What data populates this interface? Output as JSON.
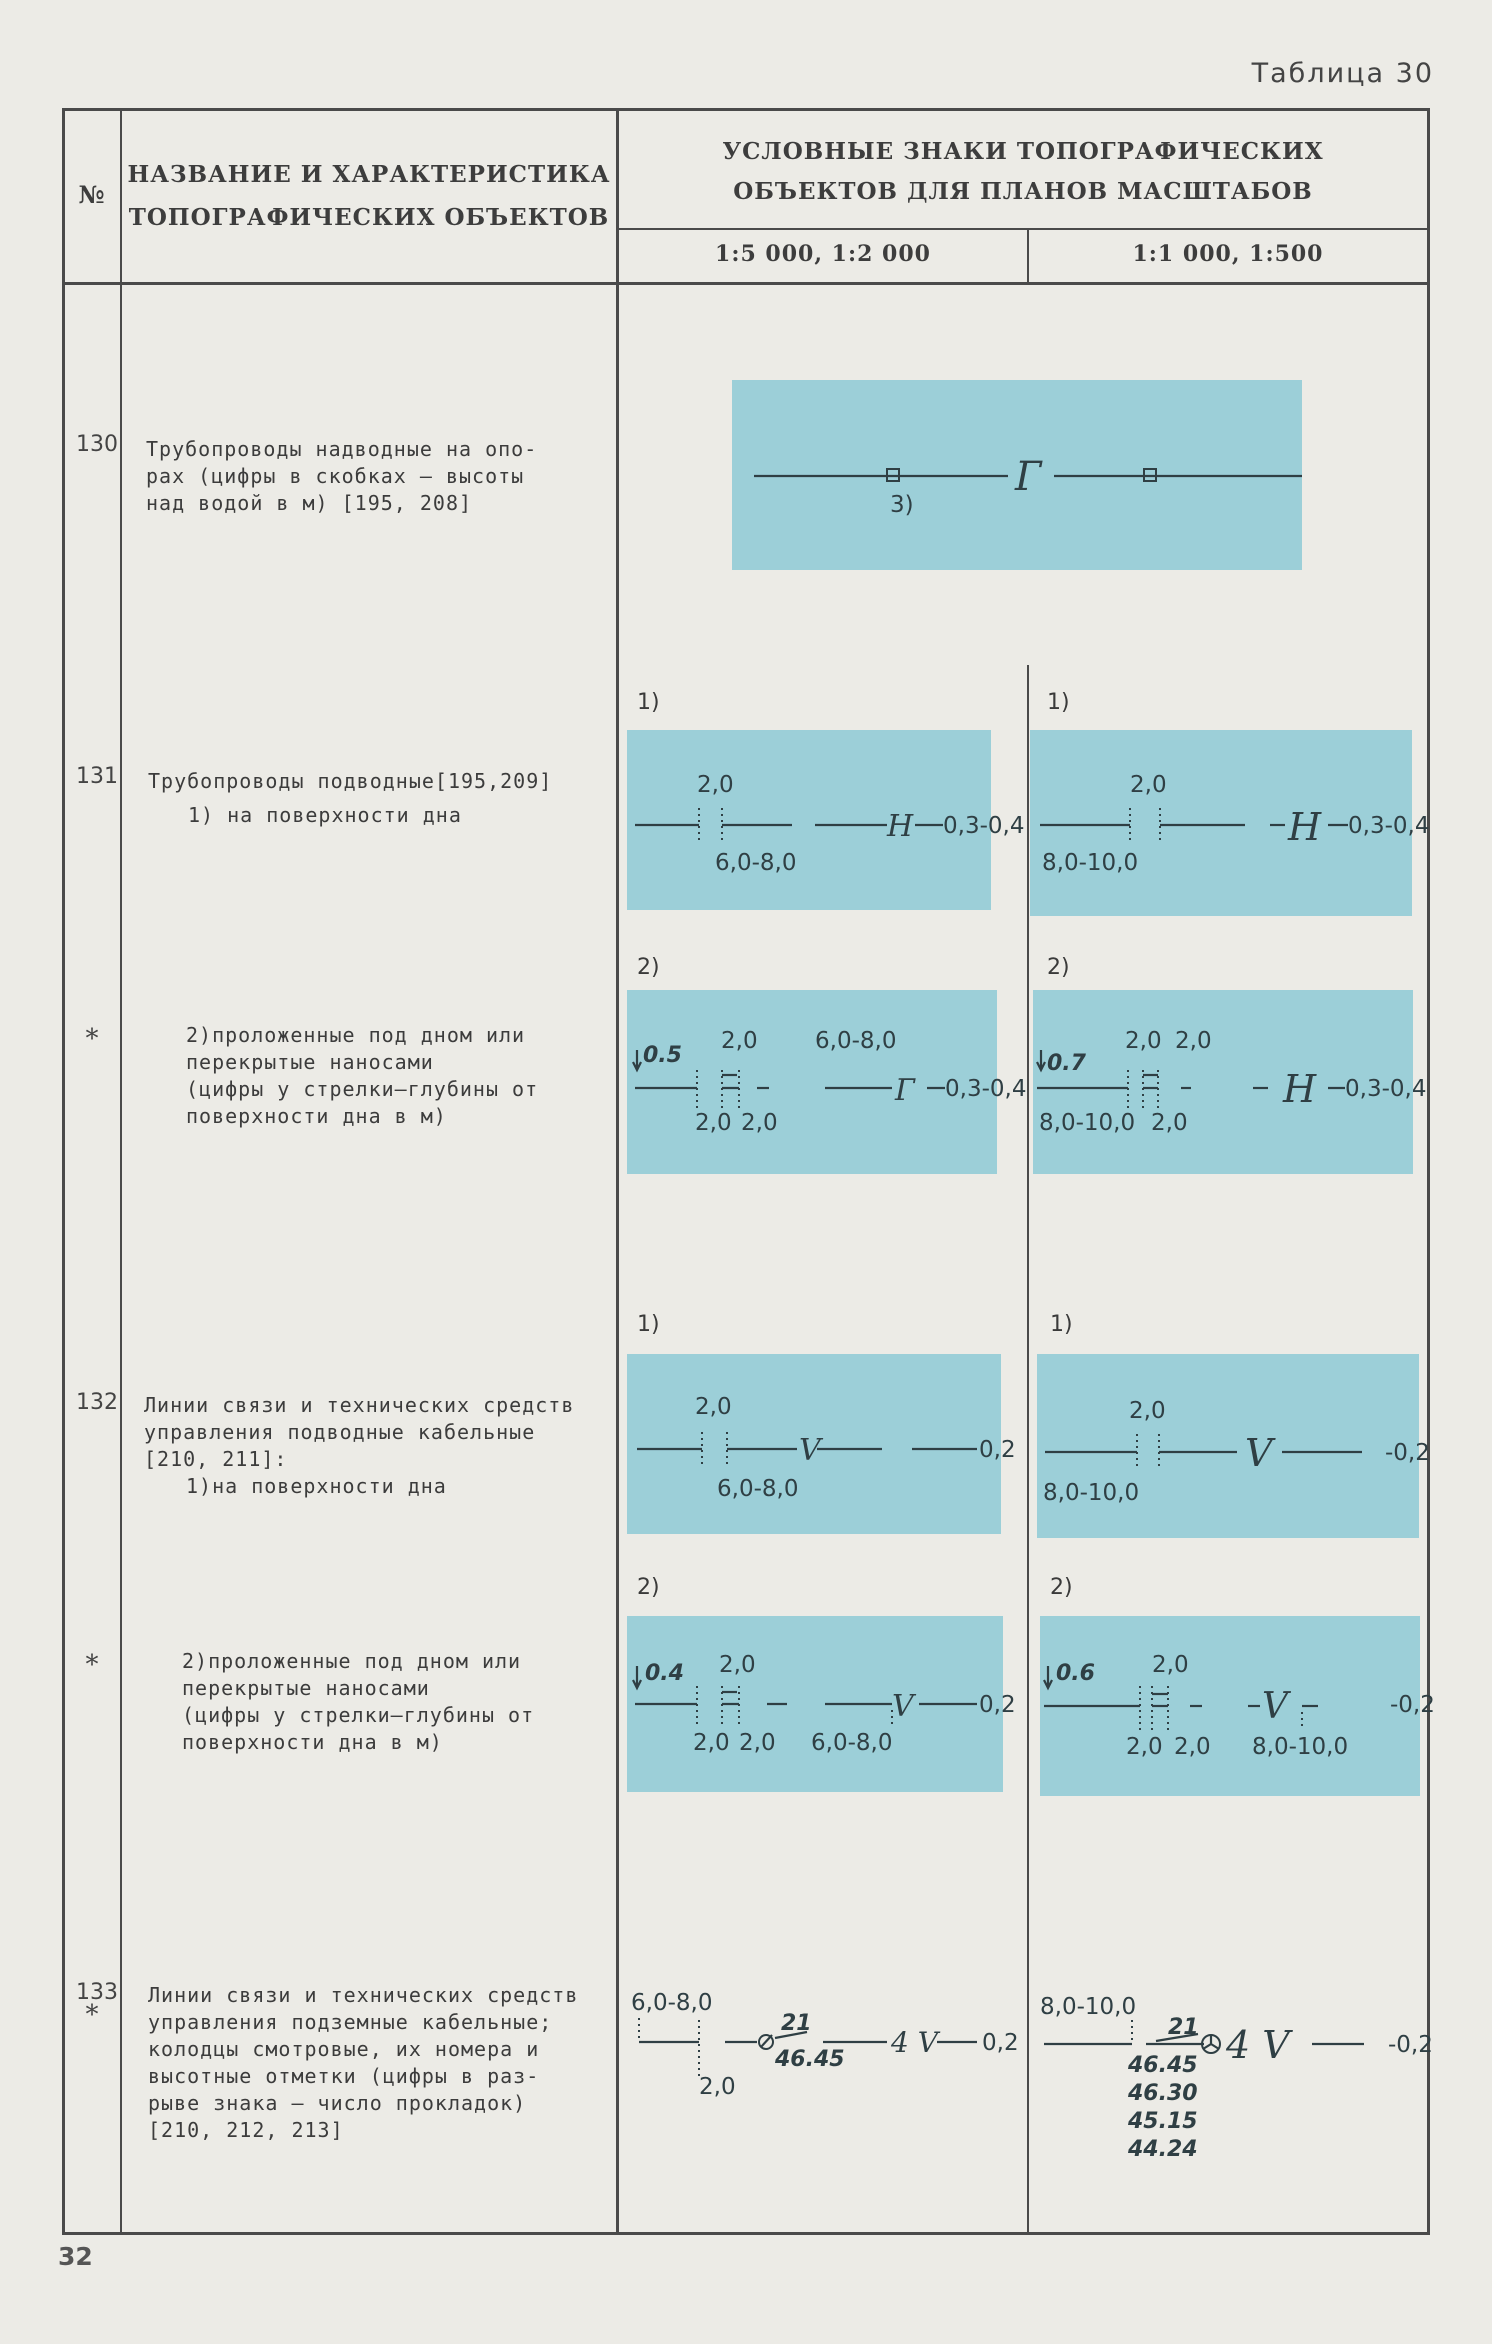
{
  "page": {
    "caption": "Таблица 30",
    "page_number": "32"
  },
  "header": {
    "num": "№",
    "name_line1": "НАЗВАНИЕ И ХАРАКТЕРИСТИКА",
    "name_line2": "ТОПОГРАФИЧЕСКИХ ОБЪЕКТОВ",
    "signs_line1": "УСЛОВНЫЕ ЗНАКИ ТОПОГРАФИЧЕСКИХ",
    "signs_line2": "ОБЪЕКТОВ ДЛЯ ПЛАНОВ МАСШТАБОВ",
    "scale_left": "1:5 000, 1:2 000",
    "scale_right": "1:1 000, 1:500"
  },
  "rows": [
    {
      "num": "130",
      "text": "Трубопроводы надводные на опо-\nрах (цифры в скобках — высоты\nнад водой в м) [195, 208]"
    },
    {
      "num": "131",
      "text": "Трубопроводы подводные[195,209]",
      "sub": "1) на поверхности дна"
    },
    {
      "num": "*",
      "text": "2)проложенные под дном или\nперекрытые наносами\n(цифры у стрелки—глубины от\nповерхности дна в м)"
    },
    {
      "num": "132",
      "text": "Линии связи и технических средств\nуправления подводные кабельные\n[210, 211]:",
      "sub": "1)на поверхности дна"
    },
    {
      "num": "*",
      "text": "2)проложенные под дном или\nперекрытые наносами\n(цифры у стрелки—глубины от\nповерхности дна в м)"
    },
    {
      "num": "133",
      "star": "*",
      "text": "Линии связи и технических средств\nуправления подземные кабельные;\nколодцы смотровые, их номера и\nвысотные отметки (цифры в раз-\nрыве знака — число прокладок)\n[210, 212, 213]"
    }
  ],
  "signs": {
    "r130": {
      "label": "3)",
      "letter": "Г"
    },
    "r131a_left": {
      "idx": "1)",
      "top": "2,0",
      "bottom": "6,0-8,0",
      "letter": "Н",
      "right": "0,3-0,4"
    },
    "r131a_right": {
      "idx": "1)",
      "top": "2,0",
      "bottom": "8,0-10,0",
      "letter": "Н",
      "right": "0,3-0,4"
    },
    "r131b_left": {
      "idx": "2)",
      "depth": "0.5",
      "top": "2,0",
      "top2": "6,0-8,0",
      "bottom1": "2,0",
      "bottom2": "2,0",
      "letter": "Г",
      "right": "0,3-0,4"
    },
    "r131b_right": {
      "idx": "2)",
      "depth": "0.7",
      "top": "2,0",
      "top2": "2,0",
      "bottom1": "8,0-10,0",
      "bottom2": "2,0",
      "letter": "Н",
      "right": "0,3-0,4"
    },
    "r132a_left": {
      "idx": "1)",
      "top": "2,0",
      "bottom": "6,0-8,0",
      "letter": "V",
      "right": "0,2"
    },
    "r132a_right": {
      "idx": "1)",
      "top": "2,0",
      "bottom": "8,0-10,0",
      "letter": "V",
      "right": "-0,2"
    },
    "r132b_left": {
      "idx": "2)",
      "depth": "0.4",
      "top": "2,0",
      "bottom1": "2,0",
      "bottom2": "2,0",
      "bottom3": "6,0-8,0",
      "letter": "V",
      "right": "0,2"
    },
    "r132b_right": {
      "idx": "2)",
      "depth": "0.6",
      "top": "2,0",
      "bottom1": "2,0",
      "bottom2": "2,0",
      "bottom3": "8,0-10,0",
      "letter": "V",
      "right": "-0,2"
    },
    "r133_left": {
      "top": "6,0-8,0",
      "bottom": "2,0",
      "num": "21",
      "height": "46.45",
      "letter": "4 V",
      "right": "0,2"
    },
    "r133_right": {
      "top": "8,0-10,0",
      "num": "21",
      "heights": [
        "46.45",
        "46.30",
        "45.15",
        "44.24"
      ],
      "letter": "4 V",
      "right": "-0,2"
    }
  }
}
